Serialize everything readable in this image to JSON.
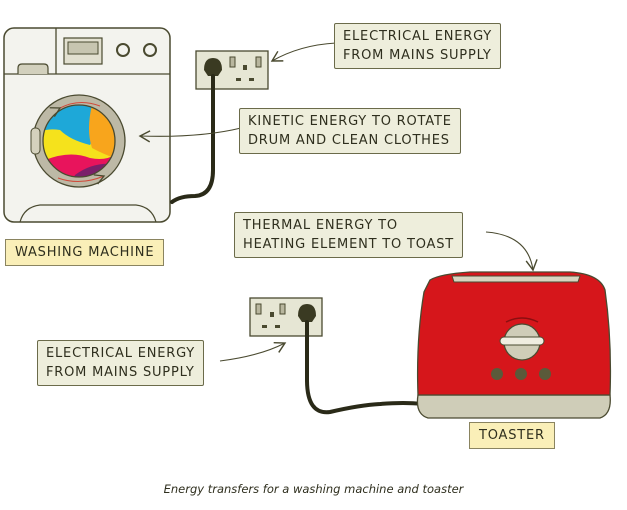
{
  "labels": {
    "wm_electrical": [
      "ELECTRICAL ENERGY",
      "FROM MAINS SUPPLY"
    ],
    "wm_kinetic": [
      "KINETIC ENERGY TO ROTATE",
      "DRUM AND CLEAN CLOTHES"
    ],
    "toaster_thermal": [
      "THERMAL ENERGY TO",
      "HEATING ELEMENT TO TOAST"
    ],
    "toaster_electrical": [
      "ELECTRICAL ENERGY",
      "FROM MAINS SUPPLY"
    ]
  },
  "appliances": {
    "washing_machine": "WASHING MACHINE",
    "toaster": "TOASTER"
  },
  "caption": "Energy transfers for a washing machine and toaster",
  "colors": {
    "label_bg": "#eeeedc",
    "name_bg": "#faefb8",
    "toaster_red": "#d6161b",
    "outline": "#4a4a30"
  }
}
